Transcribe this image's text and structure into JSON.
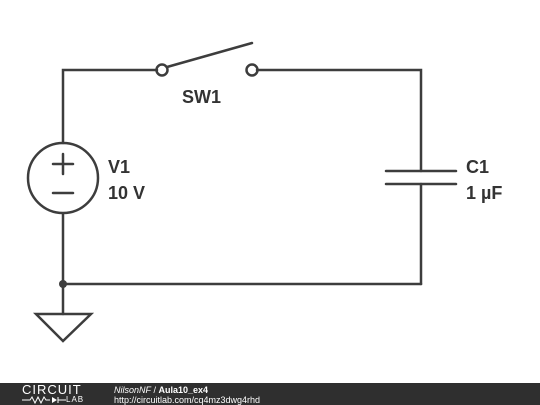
{
  "components": {
    "switch": {
      "name": "SW1"
    },
    "source": {
      "name": "V1",
      "value": "10 V"
    },
    "capacitor": {
      "name": "C1",
      "value": "1 µF"
    }
  },
  "footer": {
    "logo_top": "CIRCUIT",
    "logo_bottom": "LAB",
    "author": "NilsonNF",
    "separator": " / ",
    "title": "Aula10_ex4",
    "url": "http://circuitlab.com/cq4mz3dwg4rhd"
  },
  "colors": {
    "wire": "#3d3d3d",
    "label": "#333333",
    "footer_bg": "#2f2f2f"
  }
}
